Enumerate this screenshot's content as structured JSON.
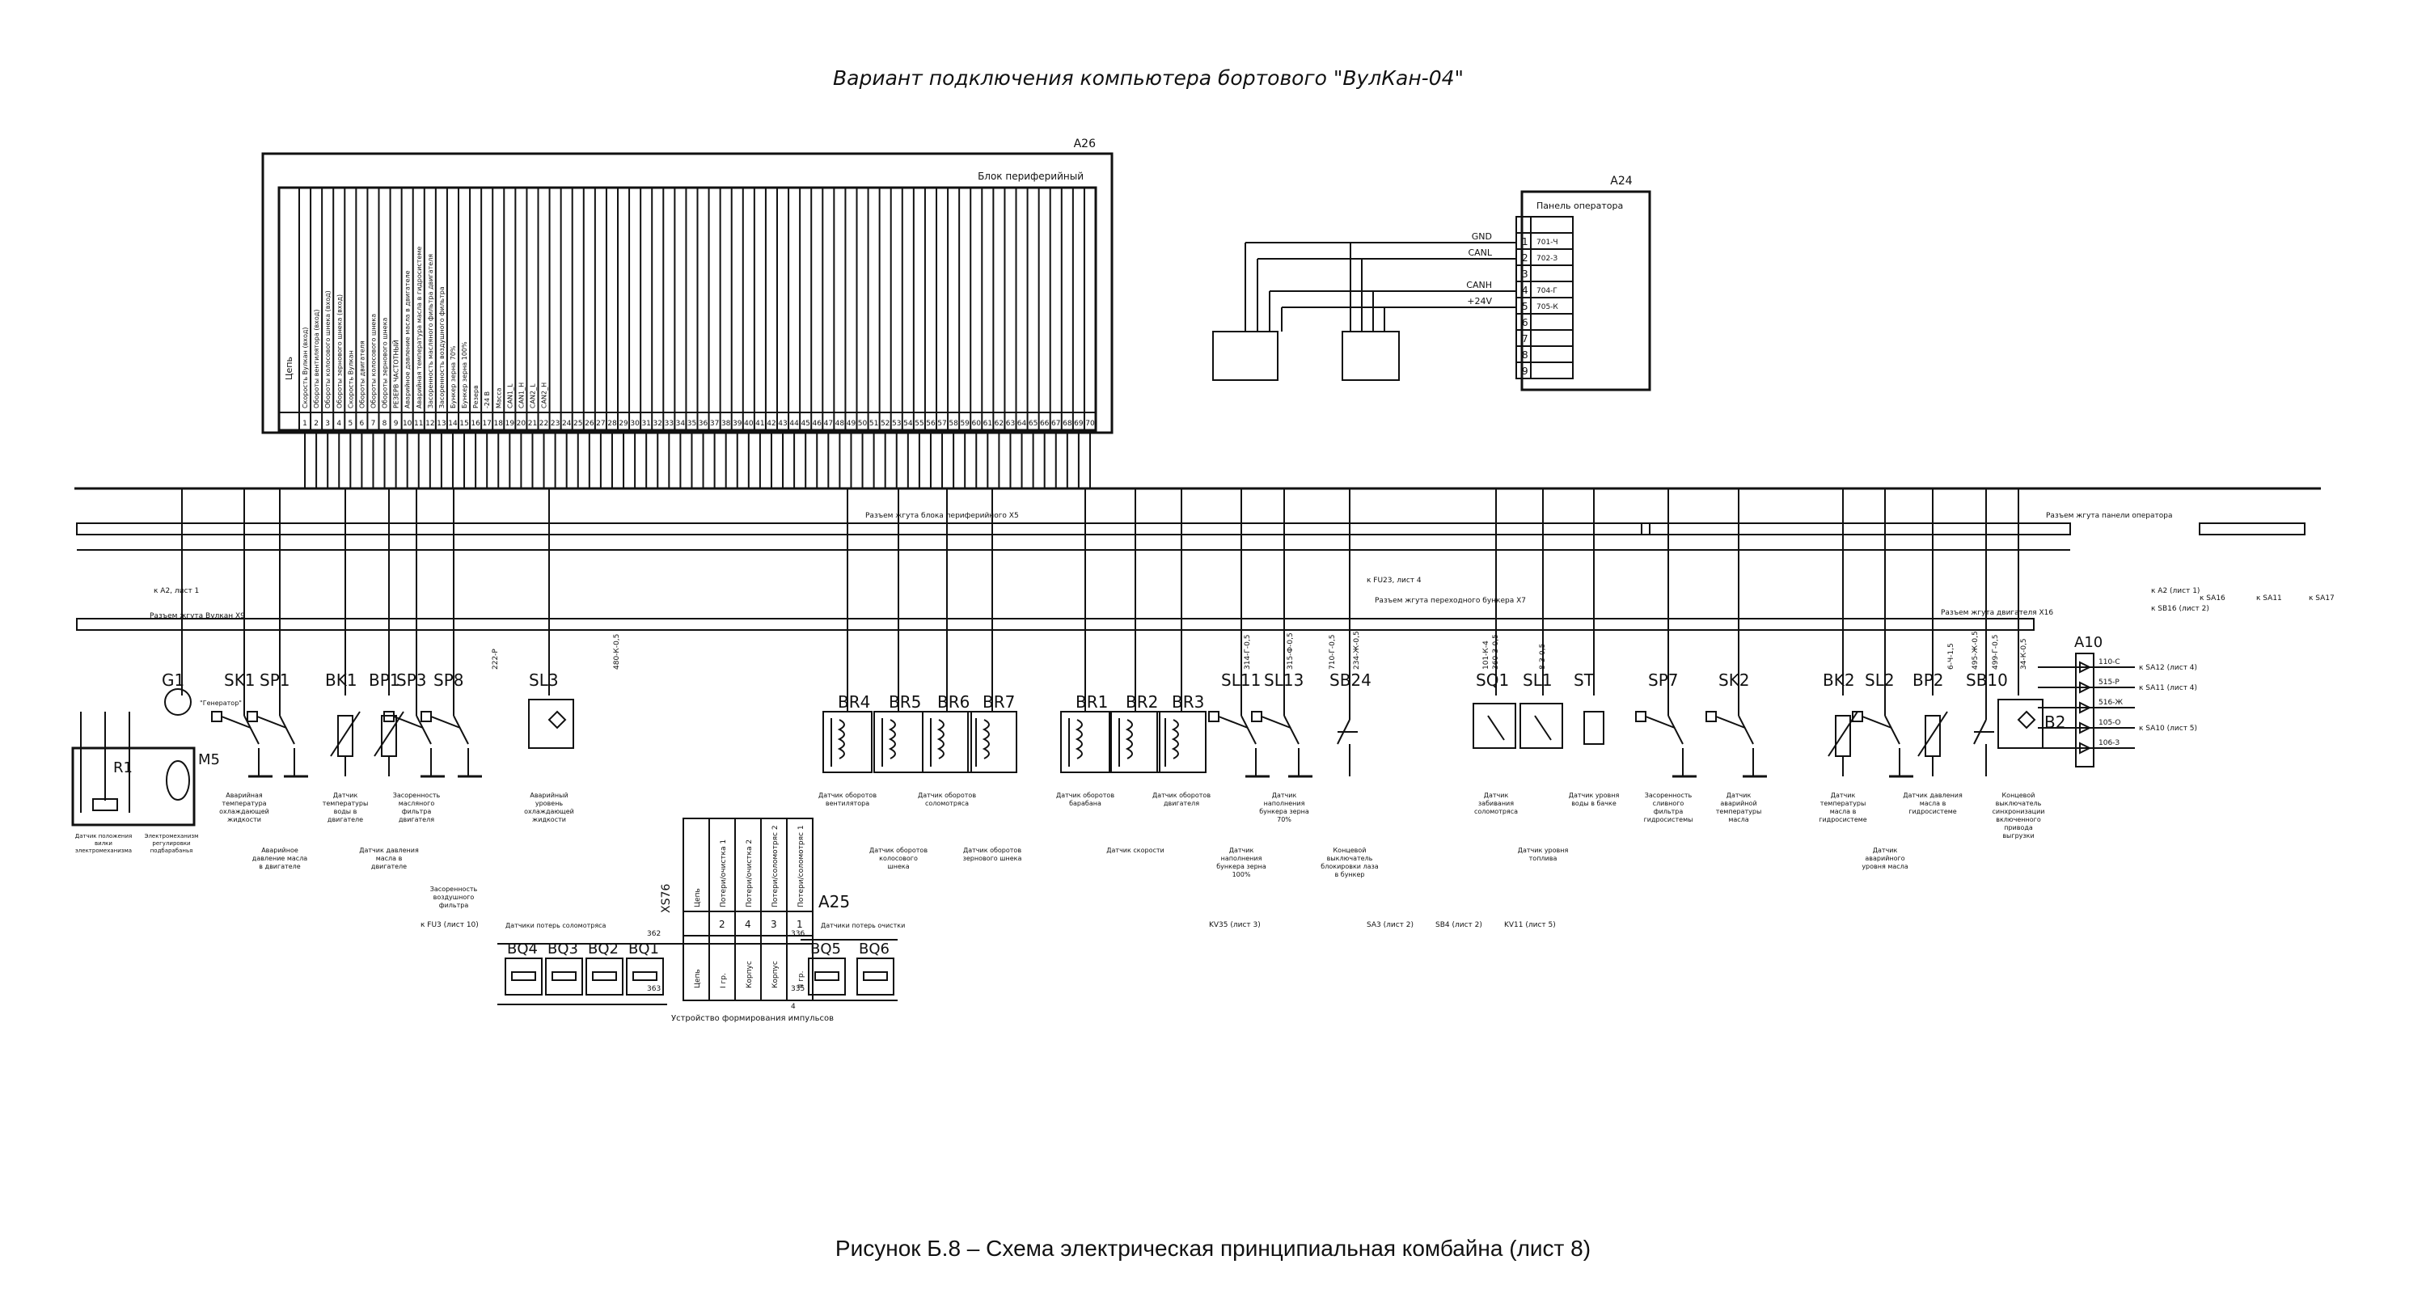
{
  "title": "Вариант подключения компьютера бортового \"ВулКан-04\"",
  "caption": "Рисунок Б.8 – Схема электрическая принципиальная комбайна (лист 8)",
  "a26": {
    "ref": "A26",
    "name": "Блок периферийный",
    "circuit_header": "Цепь",
    "pins": [
      "1",
      "2",
      "3",
      "4",
      "5",
      "6",
      "7",
      "8",
      "9",
      "10",
      "11",
      "12",
      "13",
      "14",
      "15",
      "16",
      "17",
      "18",
      "19",
      "20",
      "21",
      "22",
      "23",
      "24",
      "25",
      "26",
      "27",
      "28",
      "29",
      "30",
      "31",
      "32",
      "33",
      "34",
      "35",
      "36",
      "37",
      "38",
      "39",
      "40",
      "41",
      "42",
      "43",
      "44",
      "45",
      "46",
      "47",
      "48",
      "49",
      "50",
      "51",
      "52",
      "53",
      "54",
      "55",
      "56",
      "57",
      "58",
      "59",
      "60",
      "61",
      "62",
      "63",
      "64",
      "65",
      "66",
      "67",
      "68",
      "69",
      "70"
    ],
    "signals_visible": [
      "Скорость Вулкан (вход)",
      "Обороты вентилятора (вход)",
      "Обороты колосового шнека (вход)",
      "Обороты зернового шнека (вход)",
      "Скорость Вулкан",
      "Обороты двигателя",
      "Обороты колосового шнека",
      "Обороты зернового шнека",
      "РЕЗЕРВ ЧАСТОТНЫЙ",
      "Аварийное давление масла в двигателе",
      "Аварийная температура масла в гидросистеме",
      "Засоренность масляного фильтра двигателя",
      "Засоренность воздушного фильтра",
      "Бункер зерна 70%",
      "Бункер зерна 100%",
      "Резерв",
      "-24 В",
      "Масса",
      "CAN1_L",
      "CAN1_H",
      "CAN2_L",
      "CAN2_H"
    ]
  },
  "a24": {
    "ref": "A24",
    "name": "Панель оператора",
    "lines": [
      "GND",
      "CANL",
      "CANH",
      "+24V"
    ],
    "rows": [
      {
        "pin": "1",
        "wire": "701-Ч"
      },
      {
        "pin": "2",
        "wire": "702-З"
      },
      {
        "pin": "3",
        "wire": ""
      },
      {
        "pin": "4",
        "wire": "704-Г"
      },
      {
        "pin": "5",
        "wire": "705-К"
      },
      {
        "pin": "6",
        "wire": ""
      },
      {
        "pin": "7",
        "wire": ""
      },
      {
        "pin": "8",
        "wire": ""
      },
      {
        "pin": "9",
        "wire": ""
      }
    ]
  },
  "a25": {
    "ref": "A25",
    "connector": "XS76",
    "name": "Устройство формирования импульсов",
    "columns": [
      {
        "top": "Цепь",
        "pin": "",
        "bottom": "Цепь"
      },
      {
        "top": "Потери/очистка 1",
        "pin": "2",
        "bottom": "I гр."
      },
      {
        "top": "Потери/очистка 2",
        "pin": "4",
        "bottom": "Корпус"
      },
      {
        "top": "Потери/соломотряс 2",
        "pin": "3",
        "bottom": "Корпус"
      },
      {
        "top": "Потери/соломотряс 1",
        "pin": "1",
        "bottom": "II гр."
      }
    ],
    "terminals": [
      "362",
      "363",
      "336",
      "335",
      "4"
    ],
    "sensors_caption": "Датчики потерь очистки",
    "sensors_left_caption": "Датчики потерь соломотряса"
  },
  "components": [
    {
      "ref": "G1",
      "caption": "\"Генератор\""
    },
    {
      "ref": "SK1",
      "caption": "Аварийная температура охлаждающей жидкости"
    },
    {
      "ref": "SP1",
      "caption": "Аварийное давление масла в двигателе"
    },
    {
      "ref": "BK1",
      "caption": "Датчик температуры воды в двигателе"
    },
    {
      "ref": "BP1",
      "caption": "Датчик давления масла в двигателе"
    },
    {
      "ref": "SP3",
      "caption": "Засоренность масляного фильтра двигателя"
    },
    {
      "ref": "SP8",
      "caption": "Засоренность воздушного фильтра"
    },
    {
      "ref": "SL3",
      "caption": "Аварийный уровень охлаждающей жидкости"
    },
    {
      "ref": "BR4",
      "caption": "Датчик оборотов вентилятора"
    },
    {
      "ref": "BR5",
      "caption": "Датчик оборотов колосового шнека"
    },
    {
      "ref": "BR6",
      "caption": "Датчик оборотов соломотряса"
    },
    {
      "ref": "BR7",
      "caption": "Датчик оборотов зернового шнека"
    },
    {
      "ref": "BR1",
      "caption": "Датчик оборотов барабана"
    },
    {
      "ref": "BR2",
      "caption": "Датчик скорости"
    },
    {
      "ref": "BR3",
      "caption": "Датчик оборотов двигателя"
    },
    {
      "ref": "SL11",
      "caption": "Датчик наполнения бункера зерна 100%"
    },
    {
      "ref": "SL13",
      "caption": "Датчик наполнения бункера зерна 70%"
    },
    {
      "ref": "SB24",
      "caption": "Концевой выключатель блокировки лаза в бункер"
    },
    {
      "ref": "SQ1",
      "caption": "Датчик забивания соломотряса"
    },
    {
      "ref": "SL1",
      "caption": "Датчик уровня топлива"
    },
    {
      "ref": "ST",
      "caption": "Датчик уровня воды в бачке"
    },
    {
      "ref": "SP7",
      "caption": "Засоренность сливного фильтра гидросистемы"
    },
    {
      "ref": "SK2",
      "caption": "Датчик аварийной температуры масла"
    },
    {
      "ref": "BK2",
      "caption": "Датчик температуры масла в гидросистеме"
    },
    {
      "ref": "SL2",
      "caption": "Датчик аварийного уровня масла"
    },
    {
      "ref": "BP2",
      "caption": "Датчик давления масла в гидросистеме"
    },
    {
      "ref": "SB10",
      "caption": ""
    },
    {
      "ref": "B2",
      "caption": "Концевой выключатель синхронизации включенного привода выгрузки"
    }
  ],
  "motor_block": {
    "motor": "M5",
    "resistor": "R1",
    "resistor_caption": "Датчик положения вилки электромеханизма",
    "motor_caption": "Электромеханизм регулировки подбарабанья"
  },
  "bq": [
    "BQ4",
    "BQ3",
    "BQ2",
    "BQ1",
    "BQ5",
    "BQ6"
  ],
  "a10": {
    "ref": "A10",
    "rows": [
      {
        "wire": "110-С",
        "dest": "к SA12 (лист 4)"
      },
      {
        "wire": "515-Р",
        "dest": "к SA11 (лист 4)"
      },
      {
        "wire": "516-Ж",
        "dest": ""
      },
      {
        "wire": "105-О",
        "dest": "к SA10 (лист 5)"
      },
      {
        "wire": "106-З",
        "dest": ""
      }
    ]
  },
  "offpage": [
    "к A2 (лист 1)",
    "к SB16 (лист 2)",
    "к FU3 (лист 10)",
    "к FU23, лист 4",
    "KV35 (лист 3)",
    "SA3 (лист 2)",
    "SB4 (лист 2)",
    "KV11 (лист 5)",
    "к A2, лист 1",
    "к SA16",
    "к SA11",
    "к SA17"
  ],
  "connector_notes": [
    "Разъем жгута переходного бункера X7",
    "Разъем жгута двигателя X16",
    "Разъем жгута блока периферийного X5",
    "Разъем жгута панели оператора",
    "Разъем жгута Вулкан X9"
  ],
  "wires": [
    "314-Г-0,5",
    "315-Ф-0,5",
    "710-Г-0,5",
    "234-Ж-0,5",
    "360-З-0,5",
    "8-З-0,5",
    "101-К-4",
    "34-К-0,5",
    "495-Ж-0,5",
    "499-Г-0,5",
    "6-Ч-1,5",
    "222-Р",
    "480-К-0,5"
  ]
}
